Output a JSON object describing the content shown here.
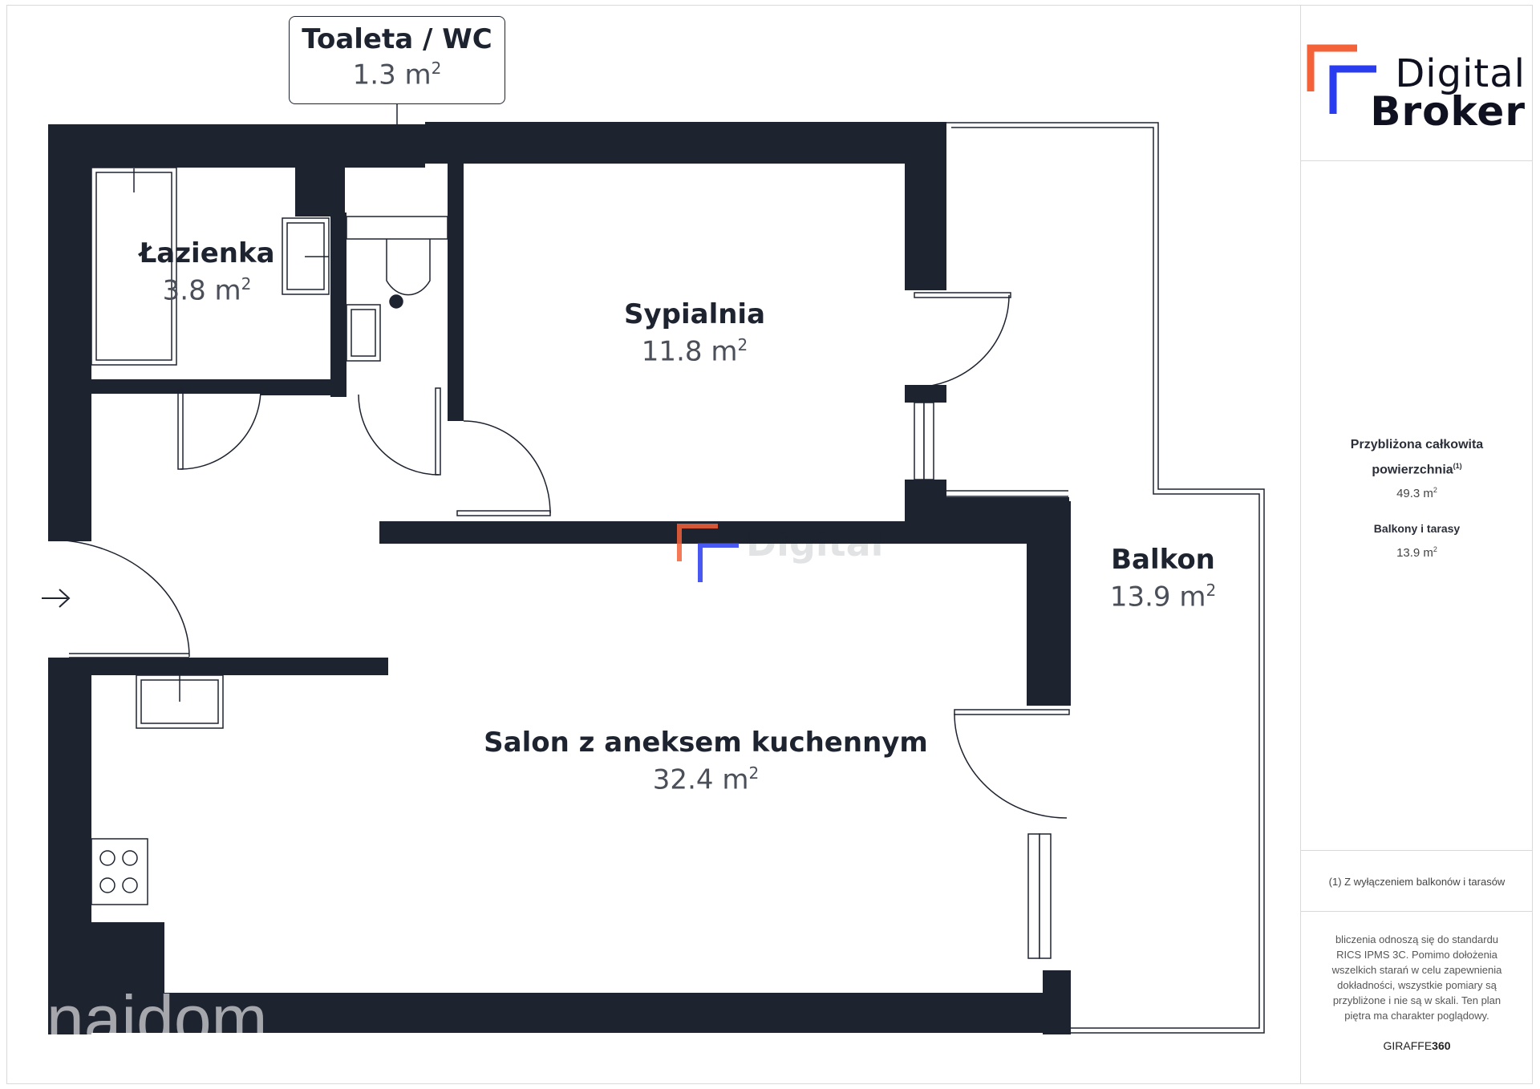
{
  "rooms": {
    "wc": {
      "name": "Toaleta / WC",
      "area": "1.3 m",
      "unit_sup": "2"
    },
    "lazienka": {
      "name": "Łazienka",
      "area": "3.8 m",
      "unit_sup": "2"
    },
    "sypialnia": {
      "name": "Sypialnia",
      "area": "11.8 m",
      "unit_sup": "2"
    },
    "balkon": {
      "name": "Balkon",
      "area": "13.9 m",
      "unit_sup": "2"
    },
    "salon": {
      "name": "Salon z aneksem kuchennym",
      "area": "32.4 m",
      "unit_sup": "2"
    }
  },
  "watermark": {
    "text": "Digital",
    "bottom_text": "naidom"
  },
  "sidebar": {
    "logo": {
      "line1": "Digital",
      "line2": "Broker"
    },
    "total_area_title_line1": "Przybliżona całkowita",
    "total_area_title_line2": "powierzchnia",
    "total_area_sup": "(1)",
    "total_area_value": "49.3 m",
    "value_sup": "2",
    "balconies_title": "Balkony i tarasy",
    "balconies_value": "13.9 m",
    "footnote": "(1) Z wyłączeniem balkonów i tarasów",
    "disclaimer": "bliczenia odnoszą się do standardu RICS IPMS 3C. Pomimo dołożenia wszelkich starań w celu zapewnienia dokładności, wszystkie pomiary są przybliżone i nie są w skali. Ten plan piętra ma charakter poglądowy.",
    "credit_prefix": "GIRAFFE",
    "credit_suffix": "360"
  },
  "colors": {
    "wall": "#1e2330",
    "logo_orange": "#f4623a",
    "logo_blue": "#2a3cf0",
    "line": "#1e2330"
  },
  "icons": [
    "entrance-arrow-icon",
    "door-swing-icon",
    "stove-icon",
    "toilet-icon",
    "sink-icon",
    "bathtub-icon"
  ]
}
